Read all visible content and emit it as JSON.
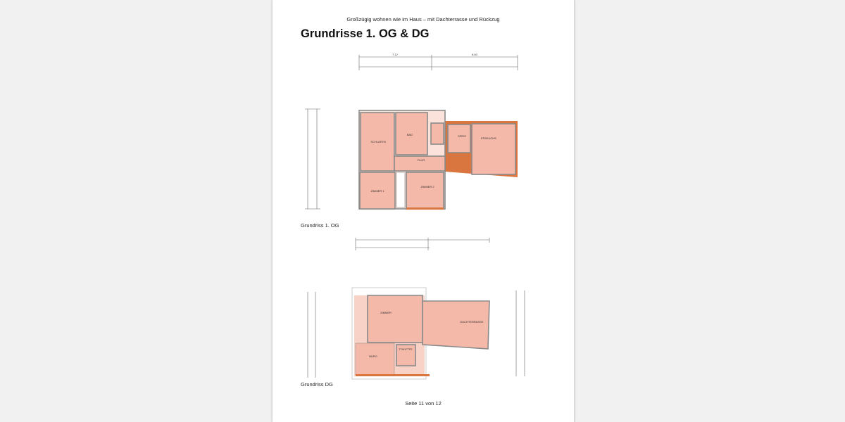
{
  "header": {
    "subtitle": "Großzügig wohnen wie im Haus – mit Dachterrasse und Rückzug",
    "title": "Grundrisse 1. OG & DG"
  },
  "og": {
    "caption": "Grundriss 1. OG",
    "dimensions_top": [
      "7.12",
      "8.50"
    ],
    "rooms": [
      "SCHLAFEN",
      "BAD",
      "FLUR",
      "SPEIS",
      "ESSKÜCHE",
      "ZIMMER 1",
      "ZIMMER 2"
    ]
  },
  "dg": {
    "caption": "Grundriss DG",
    "rooms": [
      "ZIMMER",
      "DACHTERRASSE",
      "BÜRO",
      "TOILETTE"
    ]
  },
  "footer": {
    "page": "Seite 11 von 12"
  },
  "colors": {
    "room_fill": "#f4b9a8",
    "wall_accent": "#d9763f"
  }
}
